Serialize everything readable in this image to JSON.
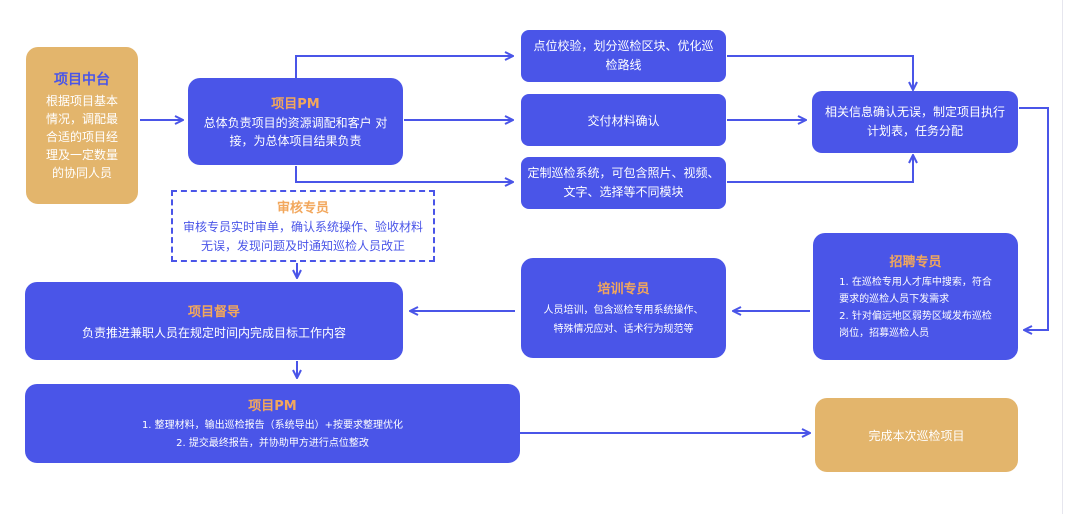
{
  "nodes": {
    "center": {
      "title": "项目中台",
      "text": "根据项目基本\n情况，调配最\n合适的项目经\n理及一定数量\n的协同人员"
    },
    "pm1": {
      "title": "项目PM",
      "text": "总体负责项目的资源调配和客户 对\n接，为总体项目结果负责"
    },
    "point": {
      "text": "点位校验，划分巡检区块、优化巡\n检路线"
    },
    "deliver": {
      "text": "交付材料确认"
    },
    "system": {
      "text": "定制巡检系统，可包含照片、视频、\n文字、选择等不同模块"
    },
    "confirm": {
      "text": "相关信息确认无误，制定项目执行\n计划表，任务分配"
    },
    "audit": {
      "title": "审核专员",
      "text": "审核专员实时审单，确认系统操作、验收材料\n无误，发现问题及时通知巡检人员改正"
    },
    "recruit": {
      "title": "招聘专员",
      "text": "1. 在巡检专用人才库中搜索，符合\n要求的巡检人员下发需求\n2. 针对偏远地区弱势区域发布巡检\n岗位，招募巡检人员"
    },
    "train": {
      "title": "培训专员",
      "text": "人员培训，包含巡检专用系统操作、\n特殊情况应对、话术行为规范等"
    },
    "supervisor": {
      "title": "项目督导",
      "text": "负责推进兼职人员在规定时间内完成目标工作内容"
    },
    "pm2": {
      "title": "项目PM",
      "text": "1. 整理材料，输出巡检报告（系统导出）+按要求整理优化\n2. 提交最终报告，并协助甲方进行点位整改"
    },
    "done": {
      "text": "完成本次巡检项目"
    }
  },
  "colors": {
    "primary": "#4a55e8",
    "gold": "#e3b56c",
    "orange_title": "#f2a75c"
  }
}
